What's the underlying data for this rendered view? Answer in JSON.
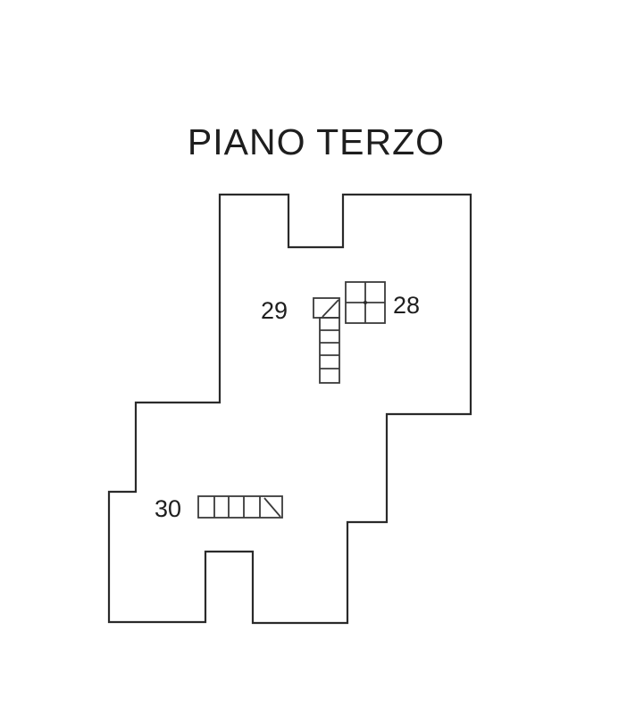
{
  "title": "PIANO TERZO",
  "labels": {
    "stair_29": "29",
    "window_28": "28",
    "stair_30": "30"
  },
  "colors": {
    "background": "#ffffff",
    "line": "#2a2a2a",
    "text": "#1e1e1e"
  },
  "outline_points": "248,218 323,218 323,277 384,277 384,218 527,218 527,464 433,464 433,585 389,585 389,698 283,698 283,618 230,618 230,697 122,697 122,551 152,551 152,451 246,451 246,218"
}
